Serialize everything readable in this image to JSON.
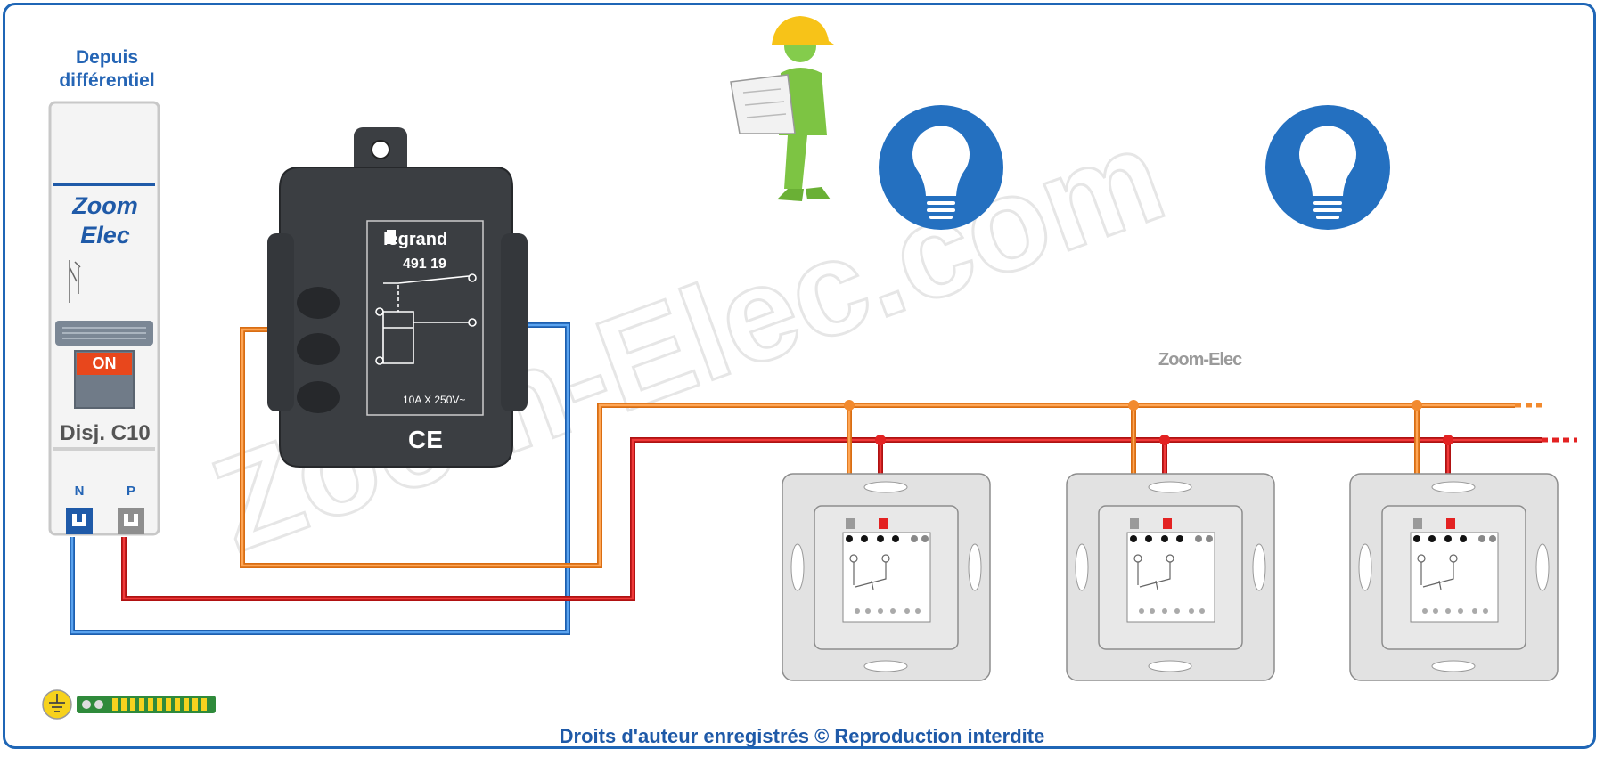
{
  "header": {
    "source_label": "Depuis différentiel"
  },
  "breaker": {
    "brand": "Zoom Elec",
    "status": "ON",
    "rating": "Disj. C10",
    "terminals": [
      "N",
      "P"
    ]
  },
  "relay": {
    "brand": "legrand",
    "reference": "491 19",
    "rating": "10A X 250V~",
    "mark": "CE"
  },
  "watermark": {
    "text": "Zoom-Elec.com",
    "small_logo": "Zoom-Elec"
  },
  "footer": {
    "copyright": "Droits d'auteur enregistrés © Reproduction interdite"
  },
  "lamps": [
    {
      "id": "lamp-1"
    },
    {
      "id": "lamp-2"
    }
  ],
  "pushbuttons": [
    {
      "id": "pb-1"
    },
    {
      "id": "pb-2"
    },
    {
      "id": "pb-3"
    }
  ],
  "colors": {
    "frame": "#1f66b6",
    "neutral": "#2f7fd6",
    "phase": "#e32222",
    "switched": "#f28a2e",
    "lamp": "#2470c0",
    "relay": "#3b3e42"
  }
}
